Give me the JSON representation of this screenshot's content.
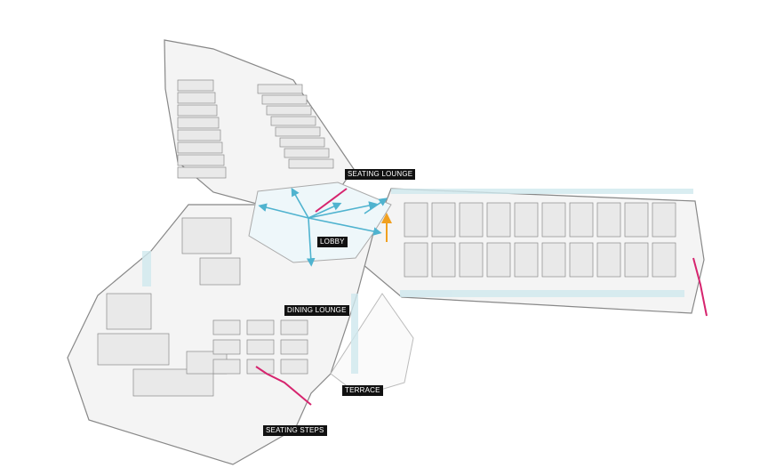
{
  "labels": {
    "seating_lounge": "SEATING LOUNGE",
    "lobby": "LOBBY",
    "dining_lounge": "DINING LOUNGE",
    "terrace": "TERRACE",
    "seating_steps": "SEATING STEPS"
  },
  "colors": {
    "circulation": "#4fb3cf",
    "stairs": "#d6246e",
    "elevator": "#f0a020",
    "glass": "#cfe8ee",
    "walls": "#9a9a9a"
  }
}
